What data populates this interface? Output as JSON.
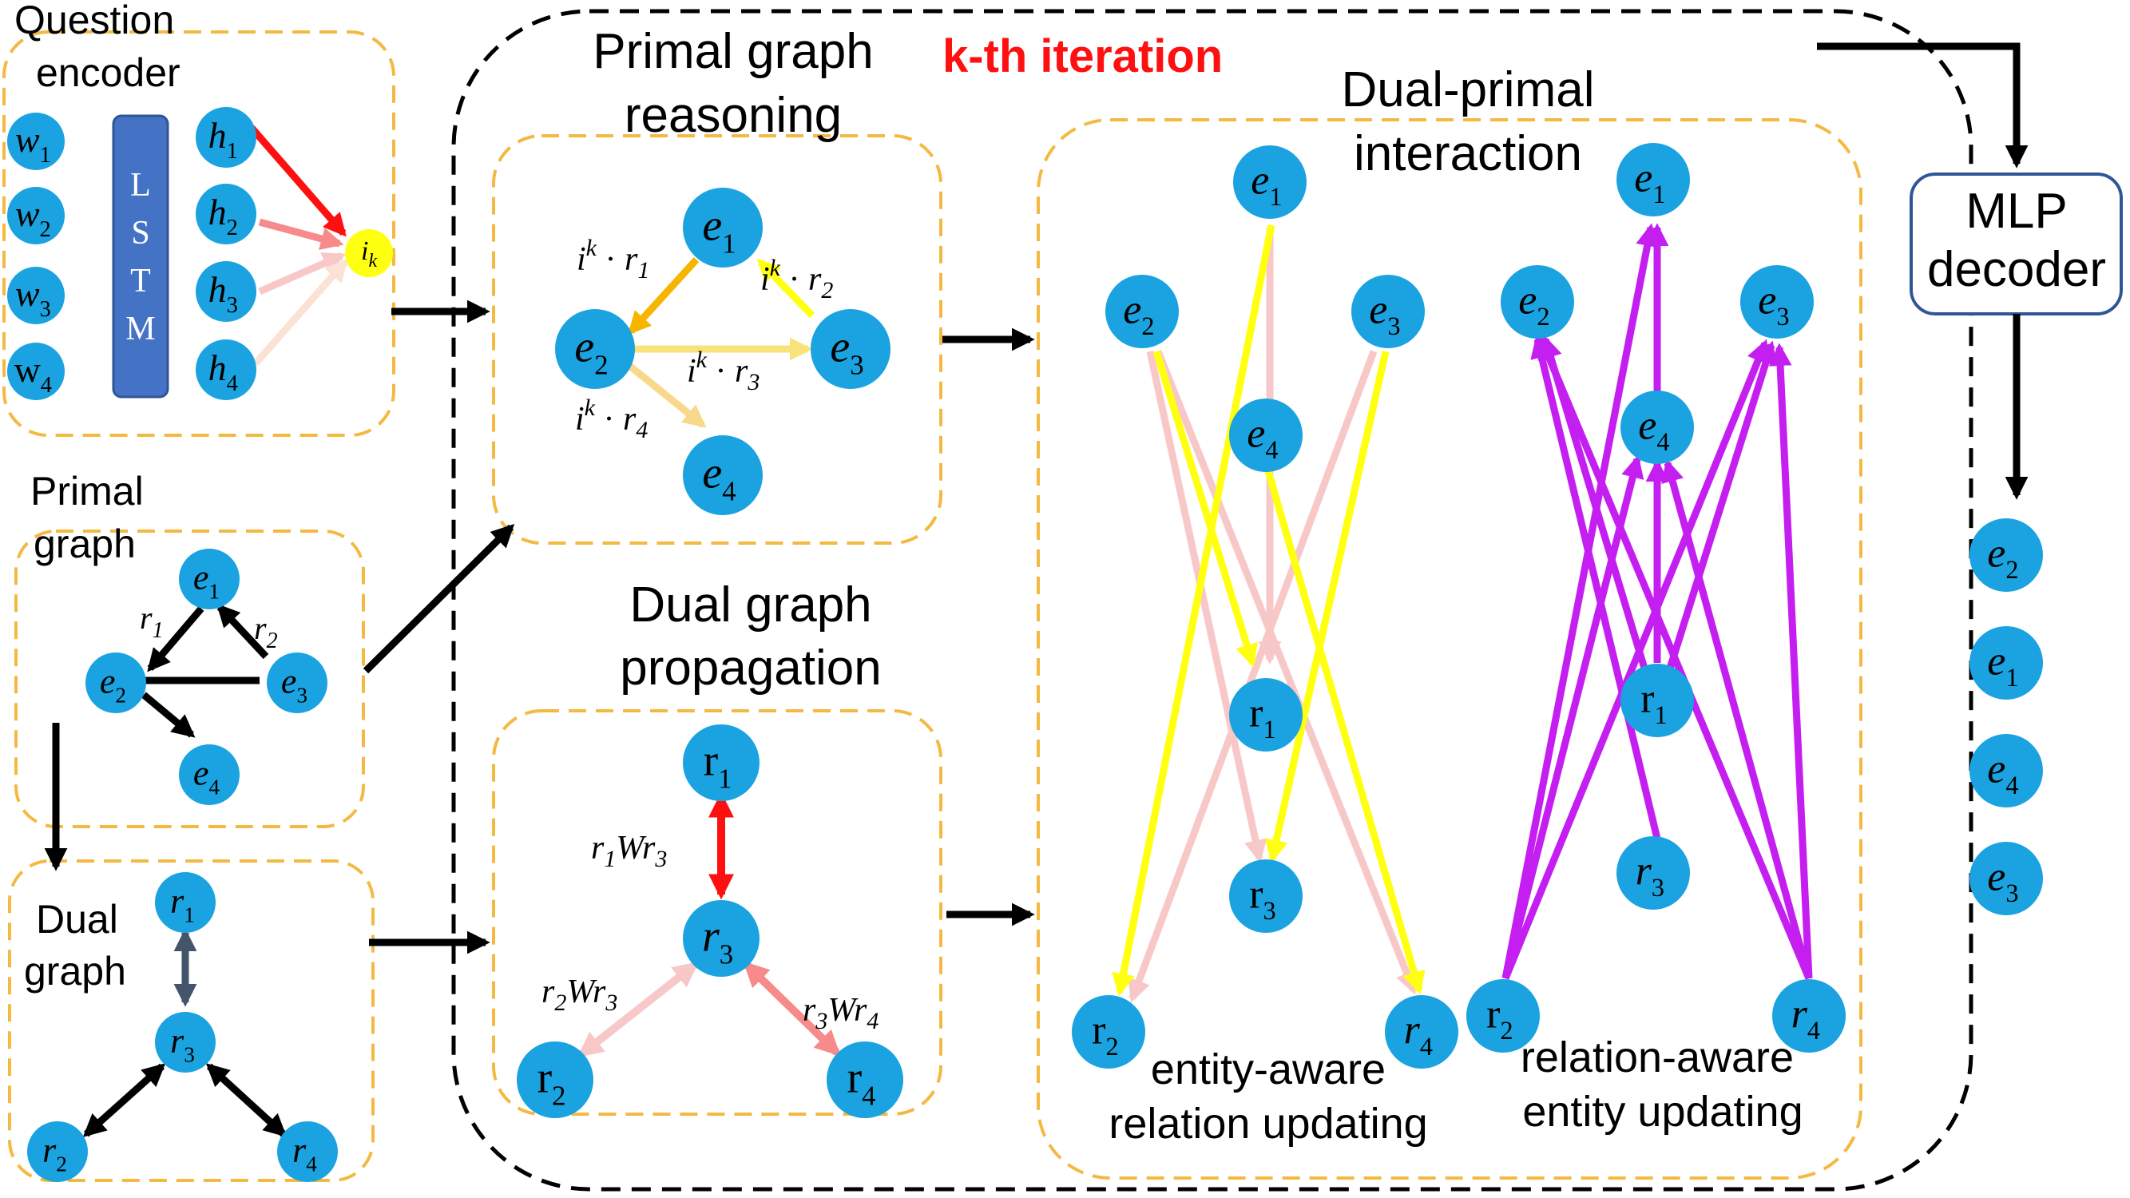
{
  "colors": {
    "node": "#1aa3e0",
    "box_border": "#f4b942",
    "black": "#000000",
    "red": "#ff1010",
    "yellow": "#ffff10",
    "pink": "#f8c8c8",
    "magenta": "#c41ef0",
    "lstm": "#4472c4",
    "mlp_border": "#2f5597",
    "dual_arrow": "#44546a"
  },
  "question_encoder": {
    "title": [
      "Question",
      "encoder"
    ],
    "words": [
      "w",
      "w",
      "w",
      "w"
    ],
    "word_subs": [
      "1",
      "2",
      "3",
      "4"
    ],
    "lstm_letters": [
      "L",
      "S",
      "T",
      "M"
    ],
    "hiddens": [
      "h",
      "h",
      "h",
      "h"
    ],
    "hidden_subs": [
      "1",
      "2",
      "3",
      "4"
    ],
    "instruction": "i",
    "instruction_sub": "k"
  },
  "primal_graph": {
    "title": [
      "Primal",
      "graph"
    ],
    "edge_labels": [
      {
        "base": "r",
        "sub": "1"
      },
      {
        "base": "r",
        "sub": "2"
      }
    ]
  },
  "dual_graph": {
    "title": [
      "Dual",
      "graph"
    ]
  },
  "iteration": {
    "title": "k-th iteration"
  },
  "primal_reasoning": {
    "title": [
      "Primal graph",
      "reasoning"
    ],
    "edge_labels": [
      {
        "base": "i",
        "sup": "k",
        "rel": "r",
        "sub": "1"
      },
      {
        "base": "i",
        "sup": "k",
        "rel": "r",
        "sub": "2"
      },
      {
        "base": "i",
        "sup": "k",
        "rel": "r",
        "sub": "3"
      },
      {
        "base": "i",
        "sup": "k",
        "rel": "r",
        "sub": "4"
      }
    ]
  },
  "dual_propagation": {
    "title": [
      "Dual graph",
      "propagation"
    ],
    "edge_labels": [
      {
        "a": "r",
        "a_sub": "1",
        "w": "W",
        "b": "r",
        "b_sub": "3"
      },
      {
        "a": "r",
        "a_sub": "2",
        "w": "W",
        "b": "r",
        "b_sub": "3"
      },
      {
        "a": "r",
        "a_sub": "3",
        "w": "W",
        "b": "r",
        "b_sub": "4"
      }
    ]
  },
  "interaction": {
    "title": [
      "Dual-primal",
      "interaction"
    ],
    "caption_left": [
      "entity-aware",
      "relation updating"
    ],
    "caption_right": [
      "relation-aware",
      "entity updating"
    ]
  },
  "decoder": {
    "title": [
      "MLP",
      "decoder"
    ],
    "outputs": [
      {
        "base": "e",
        "sub": "2"
      },
      {
        "base": "e",
        "sub": "1"
      },
      {
        "base": "e",
        "sub": "4"
      },
      {
        "base": "e",
        "sub": "3"
      }
    ]
  },
  "nodes": {
    "e1": {
      "base": "e",
      "sub": "1"
    },
    "e2": {
      "base": "e",
      "sub": "2"
    },
    "e3": {
      "base": "e",
      "sub": "3"
    },
    "e4": {
      "base": "e",
      "sub": "4"
    },
    "r1": {
      "base": "r",
      "sub": "1"
    },
    "r2": {
      "base": "r",
      "sub": "2"
    },
    "r3": {
      "base": "r",
      "sub": "3"
    },
    "r4": {
      "base": "r",
      "sub": "4"
    }
  }
}
